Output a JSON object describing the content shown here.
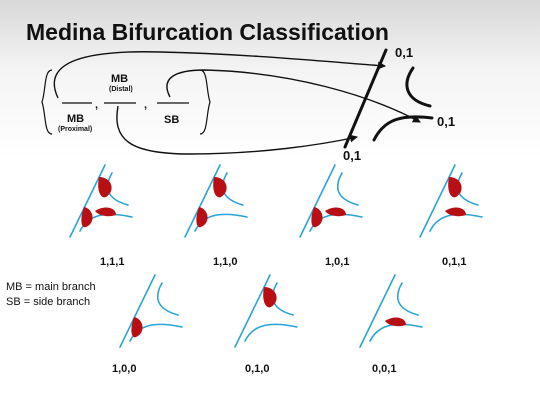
{
  "title": "Medina Bifurcation Classification",
  "notation": {
    "mb_distal_top": "MB",
    "mb_distal_sub": "(Distal)",
    "mb_proximal_top": "MB",
    "mb_proximal_sub": "(Proximal)",
    "sb": "SB",
    "comma": ","
  },
  "highlight_labels": {
    "distal": "0,1",
    "side": "0,1",
    "proximal": "0,1"
  },
  "cases": [
    {
      "label": "1,1,1",
      "proximal": true,
      "distal": true,
      "side": true
    },
    {
      "label": "1,1,0",
      "proximal": true,
      "distal": true,
      "side": false
    },
    {
      "label": "1,0,1",
      "proximal": true,
      "distal": false,
      "side": true
    },
    {
      "label": "0,1,1",
      "proximal": false,
      "distal": true,
      "side": true
    },
    {
      "label": "1,0,0",
      "proximal": true,
      "distal": false,
      "side": false
    },
    {
      "label": "0,1,0",
      "proximal": false,
      "distal": true,
      "side": false
    },
    {
      "label": "0,0,1",
      "proximal": false,
      "distal": false,
      "side": true
    }
  ],
  "legend": {
    "line1": "MB = main branch",
    "line2": "SB = side branch"
  },
  "colors": {
    "vessel": "#2aa3d8",
    "plaque": "#b80f14"
  }
}
